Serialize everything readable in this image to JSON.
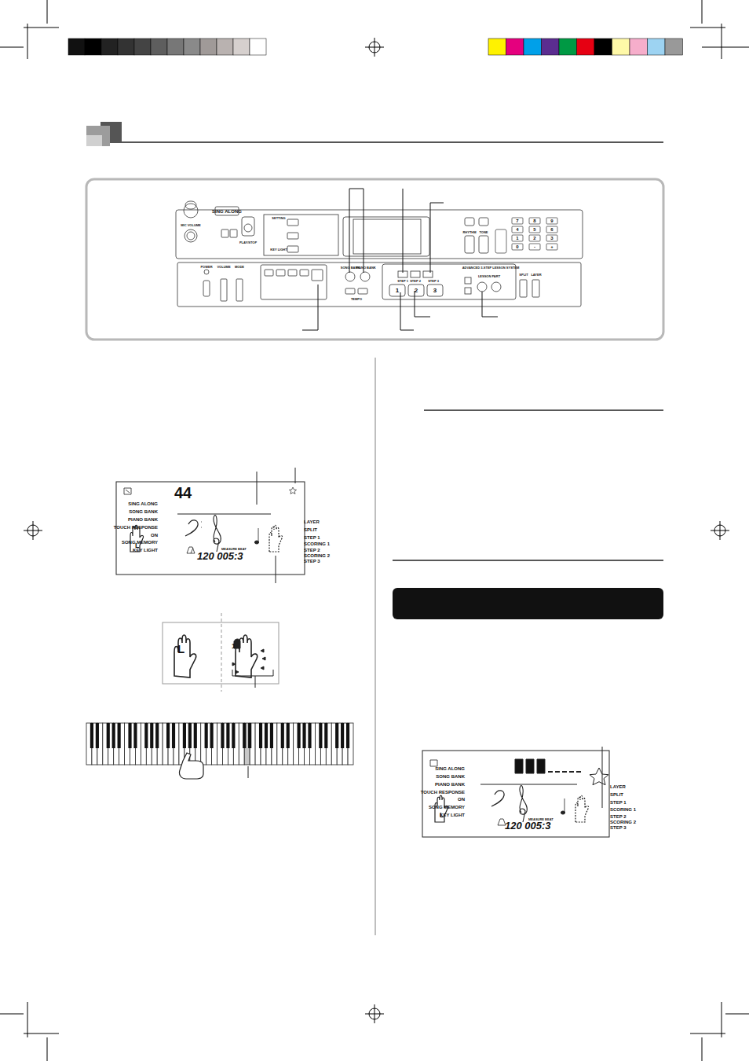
{
  "diagram": {
    "labels": [
      "SING ALONG",
      "SONG BANK",
      "PIANO BANK",
      "TOUCH RESPONSE",
      "ON",
      "SONG MEMORY",
      "KEY LIGHT",
      "LAYER",
      "SPLIT",
      "STEP 1",
      "SCORING 1",
      "STEP 2",
      "SCORING 2",
      "STEP 3",
      "44",
      "MEASURE BEAT",
      "120 005:3",
      "L",
      "L",
      "1",
      "SING ALONG",
      "SONG BANK",
      "PIANO BANK",
      "TOUCH RESPONSE",
      "ON",
      "SONG MEMORY",
      "KEY LIGHT",
      "LAYER",
      "SPLIT",
      "STEP 1",
      "SCORING 1",
      "STEP 2",
      "SCORING 2",
      "STEP 3",
      "MEASURE BEAT",
      "120 005:3",
      "L",
      "SING ALONG",
      "MIC VOLUME",
      "POWER",
      "VOLUME",
      "MODE",
      "SETTING",
      "KEY LIGHT",
      "PLAY/STOP",
      "SONG BANK",
      "PIANO BANK",
      "TEMPO",
      "STEP 1",
      "STEP 2",
      "STEP 3",
      "1",
      "2",
      "3",
      "ADVANCED 3-STEP LESSON SYSTEM",
      "LESSON PART",
      "RHYTHM",
      "TONE",
      "SPLIT",
      "LAYER",
      "7",
      "8",
      "9",
      "4",
      "5",
      "6",
      "1",
      "2",
      "3",
      "0",
      "-",
      "+"
    ]
  }
}
